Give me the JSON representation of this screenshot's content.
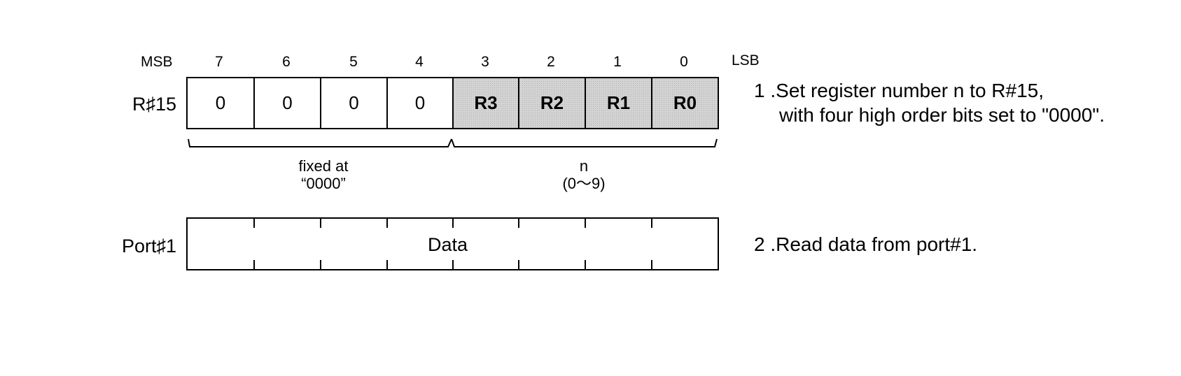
{
  "register": {
    "label": "R♯15",
    "msb_label": "MSB",
    "lsb_label": "LSB",
    "bit_numbers": [
      "7",
      "6",
      "5",
      "4",
      "3",
      "2",
      "1",
      "0"
    ],
    "cells": [
      {
        "value": "0",
        "shaded": false
      },
      {
        "value": "0",
        "shaded": false
      },
      {
        "value": "0",
        "shaded": false
      },
      {
        "value": "0",
        "shaded": false
      },
      {
        "value": "R3",
        "shaded": true
      },
      {
        "value": "R2",
        "shaded": true
      },
      {
        "value": "R1",
        "shaded": true
      },
      {
        "value": "R0",
        "shaded": true
      }
    ],
    "groups": [
      {
        "line1": "fixed at",
        "line2": "“0000”"
      },
      {
        "line1": "n",
        "line2": "(0～9)"
      }
    ]
  },
  "port": {
    "label": "Port♯1",
    "data_label": "Data"
  },
  "steps": [
    {
      "number": "1 .",
      "line1": "Set register number n to R#15,",
      "line2": "with four high order bits set to \"0000\"."
    },
    {
      "number": "2 .",
      "line1": "Read data from port#1."
    }
  ]
}
